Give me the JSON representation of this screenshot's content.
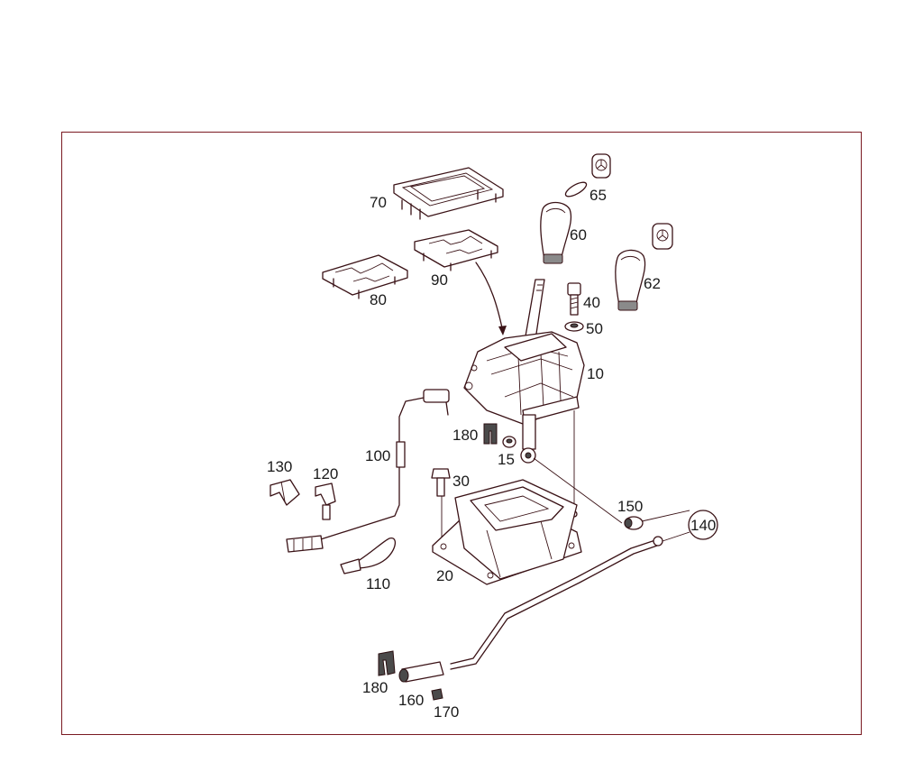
{
  "diagram": {
    "labels": {
      "p10": "10",
      "p15": "15",
      "p20": "20",
      "p30": "30",
      "p40": "40",
      "p50": "50",
      "p60": "60",
      "p62": "62",
      "p65": "65",
      "p70": "70",
      "p80": "80",
      "p90": "90",
      "p100": "100",
      "p110": "110",
      "p120": "120",
      "p130": "130",
      "p140": "140",
      "p150": "150",
      "p160": "160",
      "p170": "170",
      "p180a": "180",
      "p180b": "180"
    },
    "colors": {
      "frame": "#7a1a22",
      "ink": "#3a1216"
    }
  }
}
